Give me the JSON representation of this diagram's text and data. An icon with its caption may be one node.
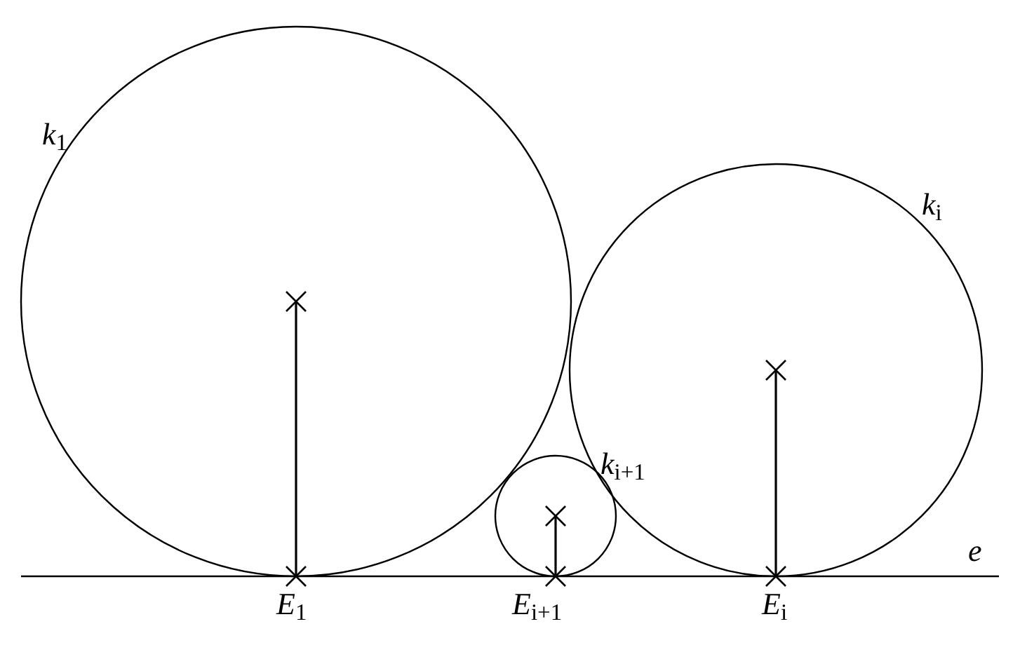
{
  "diagram": {
    "labels": [
      "*k*$_{1}$",
      "*k*$_{i}$",
      "*k*$_{i+1}$",
      "*e*",
      "*E*$_{1}$",
      "*E*$_{i+1}$",
      "*E*$_{i}$"
    ]
  }
}
